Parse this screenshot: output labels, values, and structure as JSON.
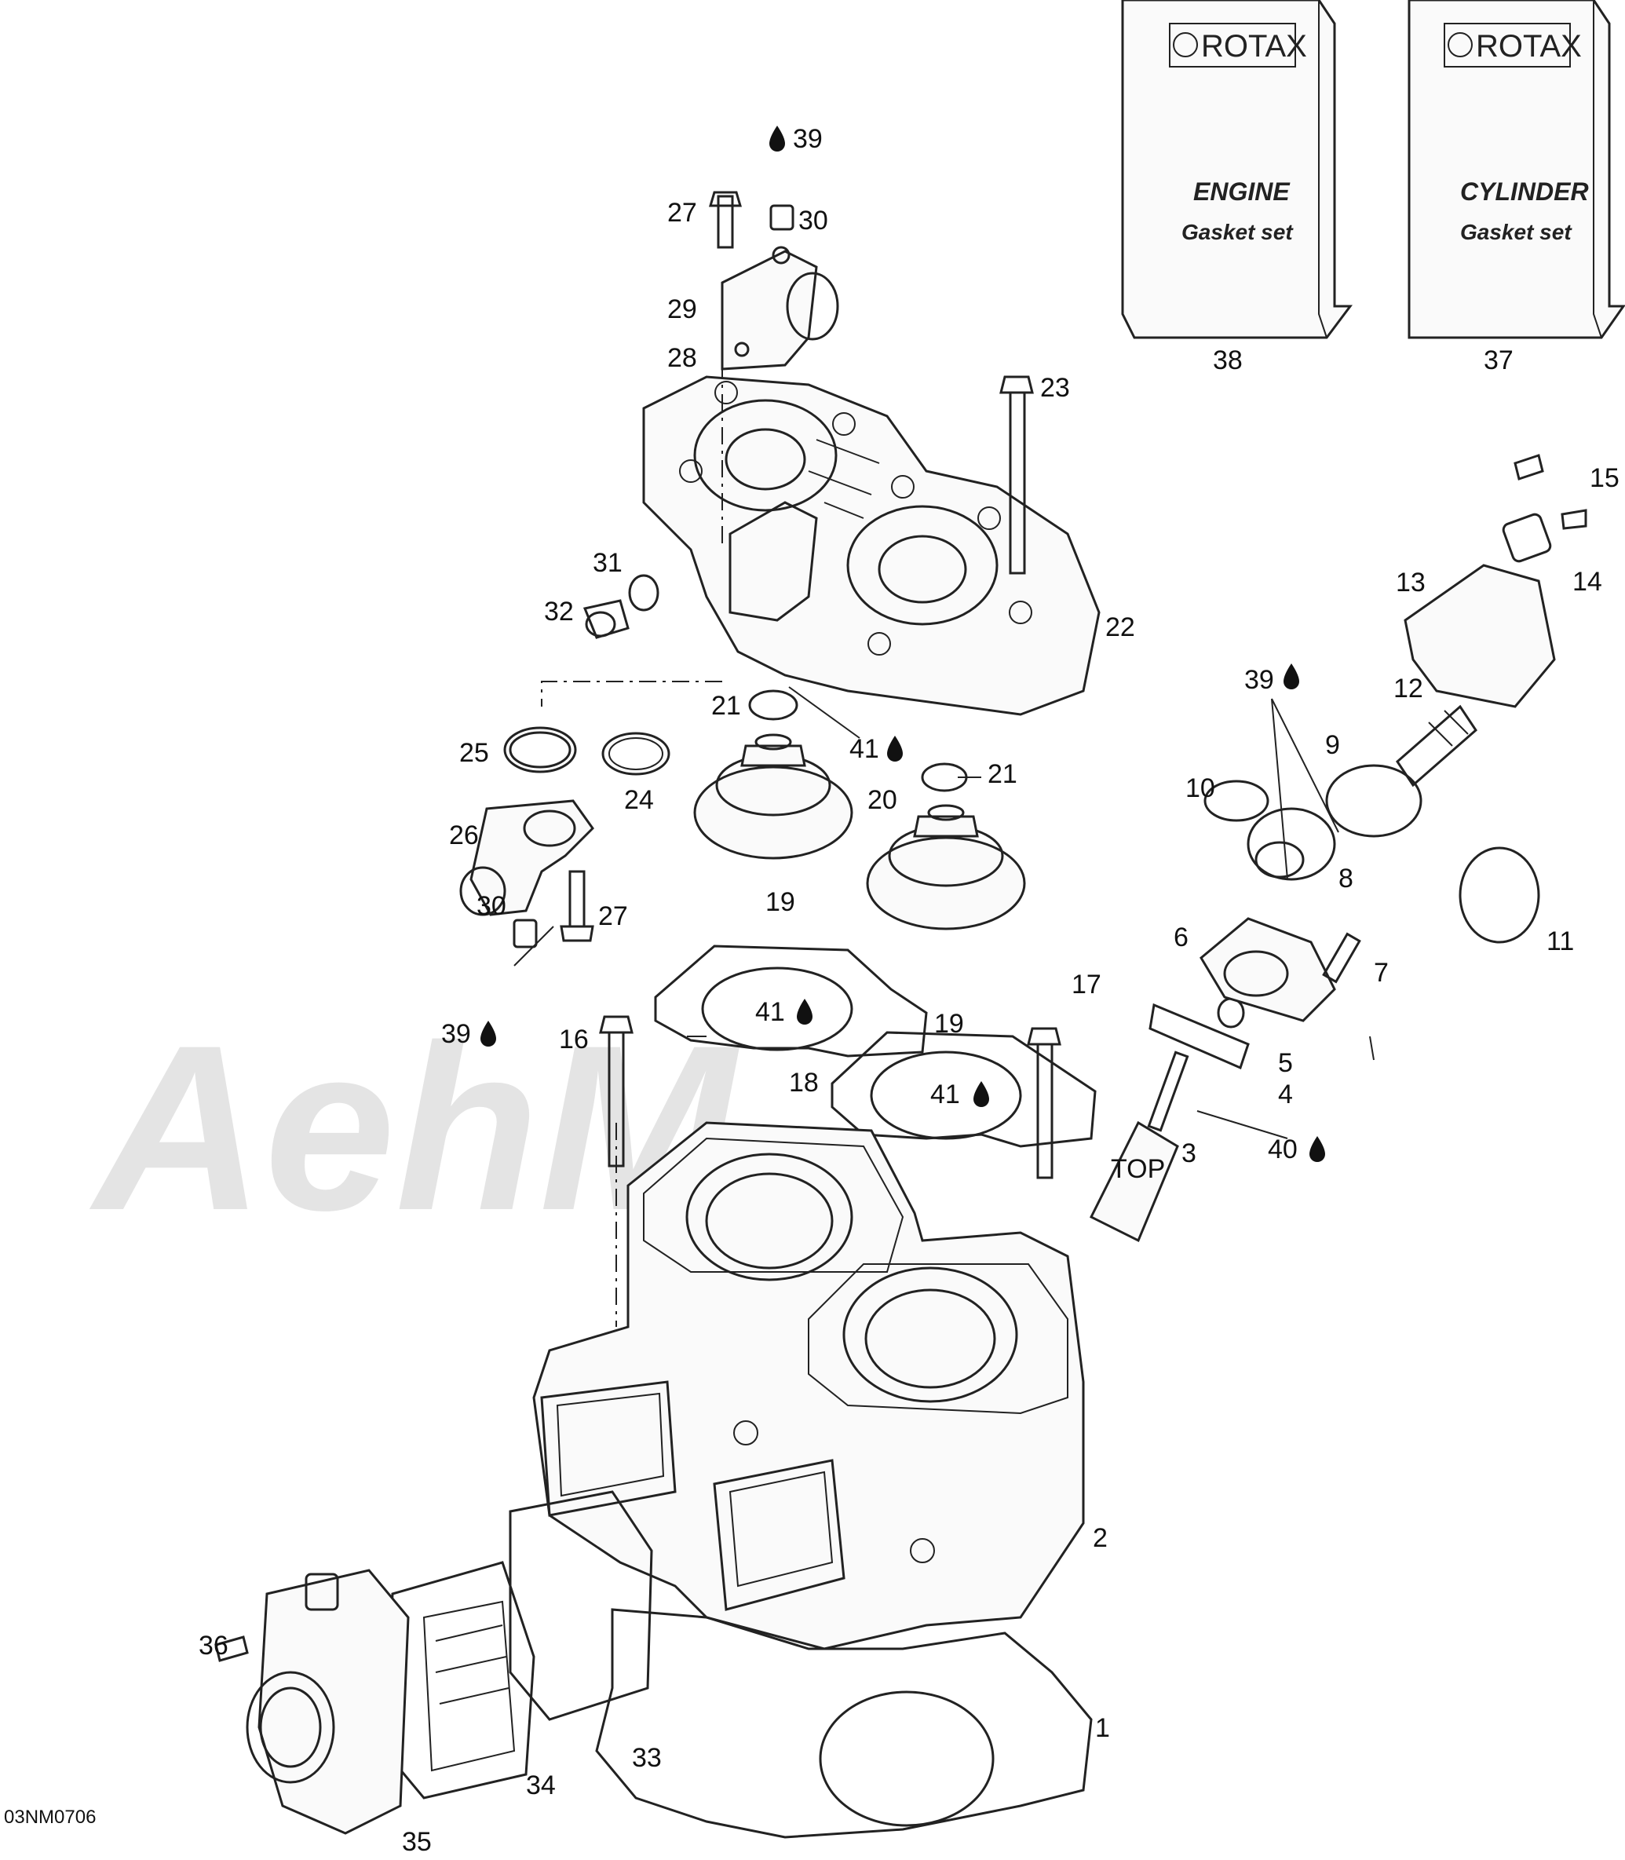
{
  "figure_code": "03NM0706",
  "watermark": "AehM",
  "booklets": [
    {
      "brand": "ROTAX",
      "line1": "ENGINE",
      "line2": "Gasket set",
      "ref": "38"
    },
    {
      "brand": "ROTAX",
      "line1": "CYLINDER",
      "line2": "Gasket set",
      "ref": "37"
    }
  ],
  "callouts": [
    "1",
    "2",
    "3",
    "4",
    "5",
    "6",
    "7",
    "8",
    "9",
    "10",
    "11",
    "12",
    "13",
    "14",
    "15",
    "16",
    "17",
    "18",
    "19",
    "19",
    "20",
    "21",
    "21",
    "22",
    "23",
    "24",
    "25",
    "26",
    "27",
    "27",
    "28",
    "29",
    "30",
    "30",
    "31",
    "32",
    "33",
    "34",
    "35",
    "36",
    "39",
    "39",
    "39",
    "40",
    "41",
    "41",
    "41"
  ],
  "piston_label": "TOP",
  "colors": {
    "line": "#222222",
    "watermark": "#e4e4e4"
  }
}
